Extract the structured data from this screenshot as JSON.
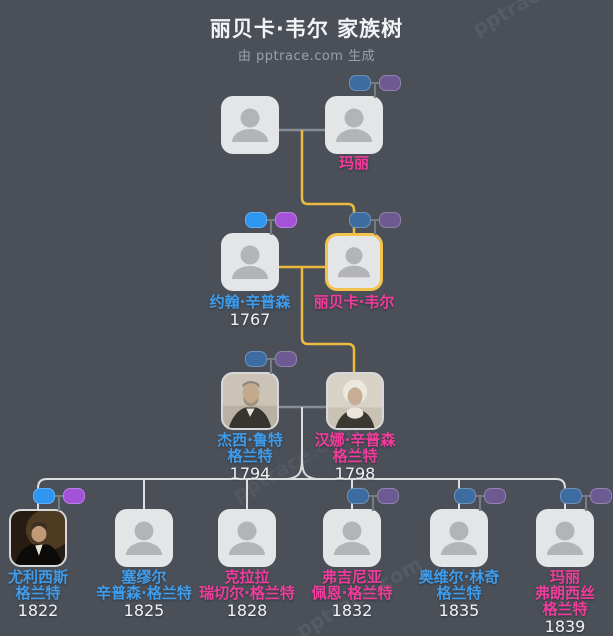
{
  "header": {
    "title": "丽贝卡·韦尔 家族树",
    "subtitle": "由 pptrace.com 生成",
    "watermark": "pptrace.com"
  },
  "palette": {
    "background": "#4a4f58",
    "male_name": "#3f9ceb",
    "female_name": "#f03c9c",
    "year_text": "#f1f2f4",
    "highlight_border": "#f2c24c",
    "lineage_line": "#ecba3e",
    "spouse_line": "#868c95",
    "child_line": "#dcdee0",
    "pill_blue_bright": "#2e96f0",
    "pill_purple_bright": "#a453d8",
    "pill_blue_dim": "#3d6da0",
    "pill_purple_dim": "#6d5a92",
    "node_bg": "#e4e5e7"
  },
  "people": {
    "grandfather": {
      "lines": [],
      "year": "",
      "gender": "male",
      "photo": false,
      "pills": null,
      "highlighted": false
    },
    "mary_sr": {
      "lines": [
        "玛丽"
      ],
      "year": "",
      "gender": "female",
      "photo": false,
      "pills": "dim",
      "highlighted": false
    },
    "john": {
      "lines": [
        "约翰·辛普森"
      ],
      "year": "1767",
      "gender": "male",
      "photo": false,
      "pills": "bright",
      "highlighted": false
    },
    "rebecca": {
      "lines": [
        "丽贝卡·韦尔"
      ],
      "year": "",
      "gender": "female",
      "photo": false,
      "pills": "dim",
      "highlighted": true
    },
    "jesse": {
      "lines": [
        "杰西·鲁特",
        "格兰特"
      ],
      "year": "1794",
      "gender": "male",
      "photo": true,
      "pills": "dim",
      "highlighted": false
    },
    "hannah": {
      "lines": [
        "汉娜·辛普森",
        "格兰特"
      ],
      "year": "1798",
      "gender": "female",
      "photo": true,
      "pills": null,
      "highlighted": false
    },
    "ulysses": {
      "lines": [
        "尤利西斯",
        "格兰特"
      ],
      "year": "1822",
      "gender": "male",
      "photo": true,
      "pills": "bright",
      "highlighted": false
    },
    "samuel": {
      "lines": [
        "塞缪尔",
        "辛普森·格兰特"
      ],
      "year": "1825",
      "gender": "male",
      "photo": false,
      "pills": null,
      "highlighted": false
    },
    "clara": {
      "lines": [
        "克拉拉",
        "瑞切尔·格兰特"
      ],
      "year": "1828",
      "gender": "female",
      "photo": false,
      "pills": null,
      "highlighted": false
    },
    "virginia": {
      "lines": [
        "弗吉尼亚",
        "佩恩·格兰特"
      ],
      "year": "1832",
      "gender": "female",
      "photo": false,
      "pills": "dim",
      "highlighted": false
    },
    "orvil": {
      "lines": [
        "奥维尔·林奇",
        "格兰特"
      ],
      "year": "1835",
      "gender": "male",
      "photo": false,
      "pills": "dim",
      "highlighted": false
    },
    "mary_frances": {
      "lines": [
        "玛丽",
        "弗朗西丝",
        "格兰特"
      ],
      "year": "1839",
      "gender": "female",
      "photo": false,
      "pills": "dim",
      "highlighted": false
    }
  }
}
